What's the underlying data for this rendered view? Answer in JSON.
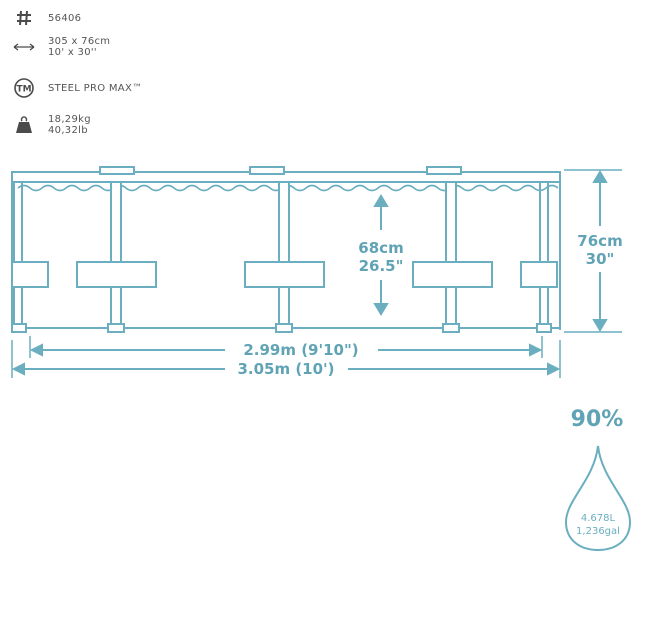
{
  "specs": {
    "model": {
      "icon": "hash-icon",
      "value": "56406"
    },
    "size": {
      "icon": "double-arrow-icon",
      "line1": "305 x 76cm",
      "line2": "10' x 30''"
    },
    "brand": {
      "icon": "trademark-icon",
      "value": "STEEL PRO MAX™"
    },
    "weight": {
      "icon": "weight-icon",
      "line1": "18,29kg",
      "line2": "40,32lb"
    }
  },
  "dimensions": {
    "inner_height": {
      "cm": "68cm",
      "in": "26.5\""
    },
    "total_height": {
      "cm": "76cm",
      "in": "30\""
    },
    "inner_width": "2.99m (9'10\")",
    "outer_width": "3.05m (10')"
  },
  "capacity": {
    "fill_percent": "90%",
    "liters": "4.678L",
    "gallons": "1,236gal"
  },
  "colors": {
    "diagram": "#6aaec0",
    "text": "#4b4b4b"
  }
}
